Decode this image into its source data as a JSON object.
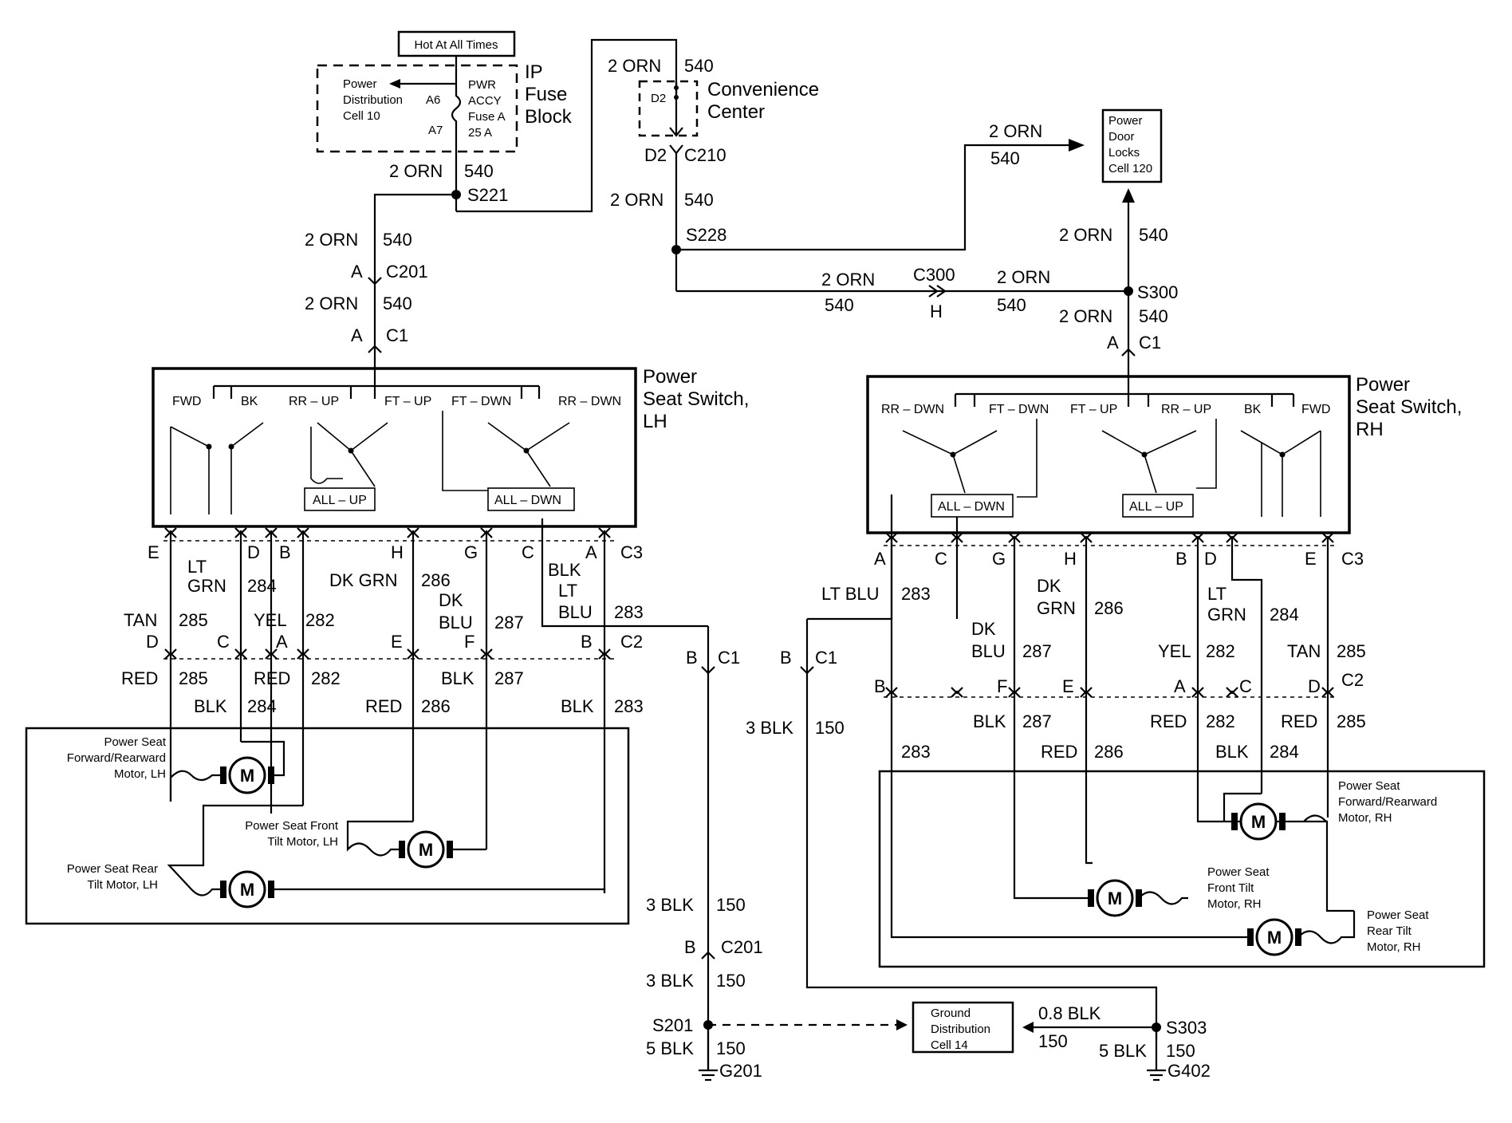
{
  "header": {
    "hot_label": "Hot At All Times"
  },
  "fuse_block": {
    "title_lines": [
      "IP",
      "Fuse",
      "Block"
    ],
    "power_dist_lines": [
      "Power",
      "Distribution",
      "Cell 10"
    ],
    "fuse_lines": [
      "PWR",
      "ACCY",
      "Fuse A",
      "25 A"
    ],
    "pin_a6": "A6",
    "pin_a7": "A7"
  },
  "convenience": {
    "label_lines": [
      "Convenience",
      "Center"
    ],
    "pin": "D2"
  },
  "door_locks": {
    "label_lines": [
      "Power",
      "Door",
      "Locks",
      "Cell 120"
    ]
  },
  "ground_dist": {
    "label_lines": [
      "Ground",
      "Distribution",
      "Cell 14"
    ]
  },
  "switches": {
    "lh_title": [
      "Power",
      "Seat Switch,",
      "LH"
    ],
    "rh_title": [
      "Power",
      "Seat Switch,",
      "RH"
    ],
    "lh_contacts": [
      "FWD",
      "BK",
      "RR – UP",
      "FT – UP",
      "FT – DWN",
      "RR – DWN",
      "ALL – UP",
      "ALL – DWN"
    ],
    "rh_contacts": [
      "RR – DWN",
      "FT – DWN",
      "FT – UP",
      "RR – UP",
      "BK",
      "FWD",
      "ALL – DWN",
      "ALL – UP"
    ]
  },
  "motors": {
    "symbol": "M",
    "lh_fwd": [
      "Power Seat",
      "Forward/Rearward",
      "Motor, LH"
    ],
    "lh_front": [
      "Power Seat Front",
      "Tilt Motor, LH"
    ],
    "lh_rear": [
      "Power Seat Rear",
      "Tilt Motor, LH"
    ],
    "rh_fwd": [
      "Power Seat",
      "Forward/Rearward",
      "Motor, RH"
    ],
    "rh_front": [
      "Power Seat",
      "Front Tilt",
      "Motor, RH"
    ],
    "rh_rear": [
      "Power Seat",
      "Rear Tilt",
      "Motor, RH"
    ]
  },
  "labels": {
    "orn2": "2 ORN",
    "c540": "540",
    "s221": "S221",
    "c210": "C210",
    "s228": "S228",
    "c201": "C201",
    "c1": "C1",
    "a": "A",
    "b": "B",
    "c300": "C300",
    "h": "H",
    "s300": "S300",
    "c2": "C2",
    "c3": "C3",
    "s201": "S201",
    "s303": "S303",
    "g201": "G201",
    "g402": "G402",
    "blk3": "3 BLK",
    "blk5": "5 BLK",
    "blk08": "0.8 BLK",
    "c150": "150"
  },
  "lh_wires": {
    "c3_pins": [
      "E",
      "D",
      "B",
      "H",
      "G",
      "C",
      "A"
    ],
    "c2_pins": [
      "D",
      "C",
      "A",
      "E",
      "F",
      "B"
    ],
    "upper": [
      {
        "color": "TAN",
        "circuit": "285"
      },
      {
        "color": "LT GRN",
        "circuit": "284"
      },
      {
        "color": "YEL",
        "circuit": "282"
      },
      {
        "color": "DK GRN",
        "circuit": "286"
      },
      {
        "color": "DK BLU",
        "circuit": "287"
      },
      {
        "color": "BLK LT BLU",
        "circuit": "283"
      }
    ],
    "lower": [
      {
        "color": "RED",
        "circuit": "285"
      },
      {
        "color": "BLK",
        "circuit": "284"
      },
      {
        "color": "RED",
        "circuit": "282"
      },
      {
        "color": "RED",
        "circuit": "286"
      },
      {
        "color": "BLK",
        "circuit": "287"
      },
      {
        "color": "BLK",
        "circuit": "283"
      }
    ]
  },
  "rh_wires": {
    "c3_pins": [
      "A",
      "C",
      "G",
      "H",
      "B",
      "D",
      "E"
    ],
    "c2_pins": [
      "B",
      "F",
      "E",
      "A",
      "C",
      "D"
    ],
    "upper": [
      {
        "color": "LT BLU",
        "circuit": "283"
      },
      {
        "color": "DK BLU",
        "circuit": "287"
      },
      {
        "color": "DK GRN",
        "circuit": "286"
      },
      {
        "color": "YEL",
        "circuit": "282"
      },
      {
        "color": "LT GRN",
        "circuit": "284"
      },
      {
        "color": "TAN",
        "circuit": "285"
      }
    ],
    "lower": [
      {
        "color": "",
        "circuit": "283"
      },
      {
        "color": "BLK",
        "circuit": "287"
      },
      {
        "color": "RED",
        "circuit": "286"
      },
      {
        "color": "RED",
        "circuit": "282"
      },
      {
        "color": "BLK",
        "circuit": "284"
      },
      {
        "color": "RED",
        "circuit": "285"
      }
    ]
  }
}
